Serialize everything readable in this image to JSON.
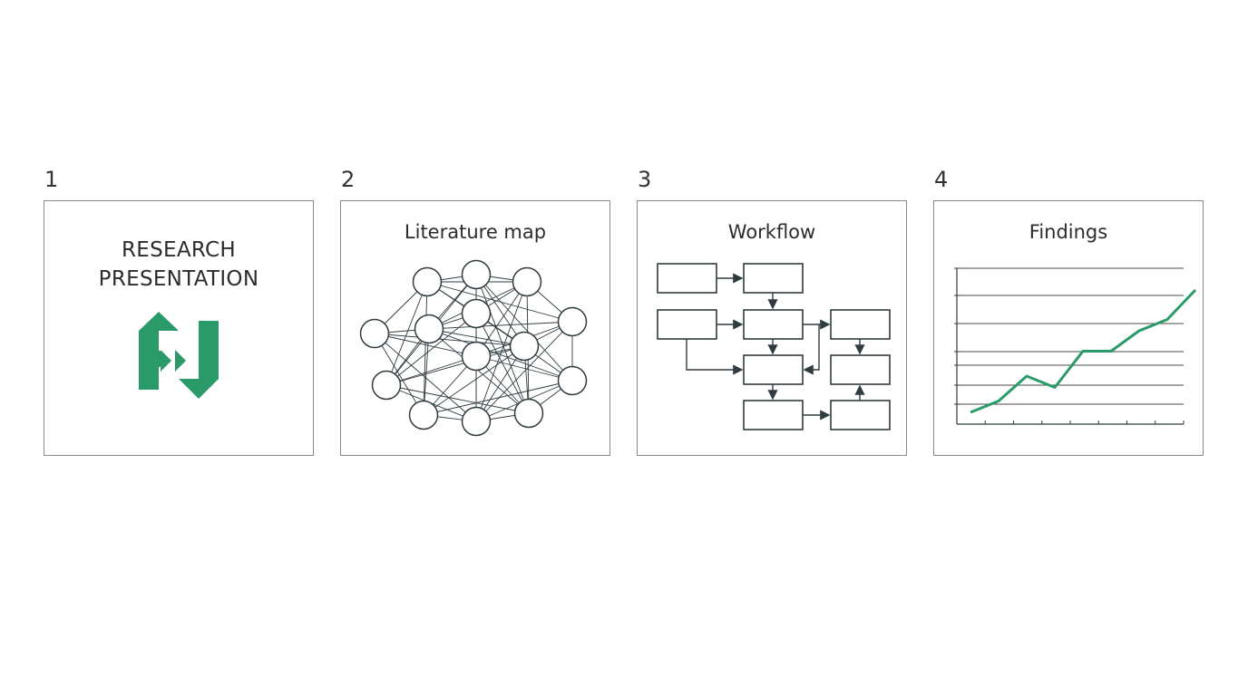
{
  "panels": [
    {
      "number": "1",
      "title_lines": [
        "RESEARCH",
        "PRESENTATION"
      ],
      "logo": "green-hexagon-logo-icon"
    },
    {
      "number": "2",
      "title": "Literature map",
      "diagram": "network-graph"
    },
    {
      "number": "3",
      "title": "Workflow",
      "diagram": "flowchart"
    },
    {
      "number": "4",
      "title": "Findings",
      "diagram": "line-chart"
    }
  ],
  "colors": {
    "accent": "#2a9a68",
    "line": "#2f3b3f",
    "border": "#8a8a8a"
  },
  "chart_data": {
    "type": "line",
    "title": "Findings",
    "x": [
      1,
      2,
      3,
      4,
      5,
      6,
      7,
      8
    ],
    "values": [
      1.0,
      1.5,
      2.6,
      2.1,
      3.7,
      3.7,
      4.6,
      5.1,
      6.4
    ],
    "grid": true
  }
}
